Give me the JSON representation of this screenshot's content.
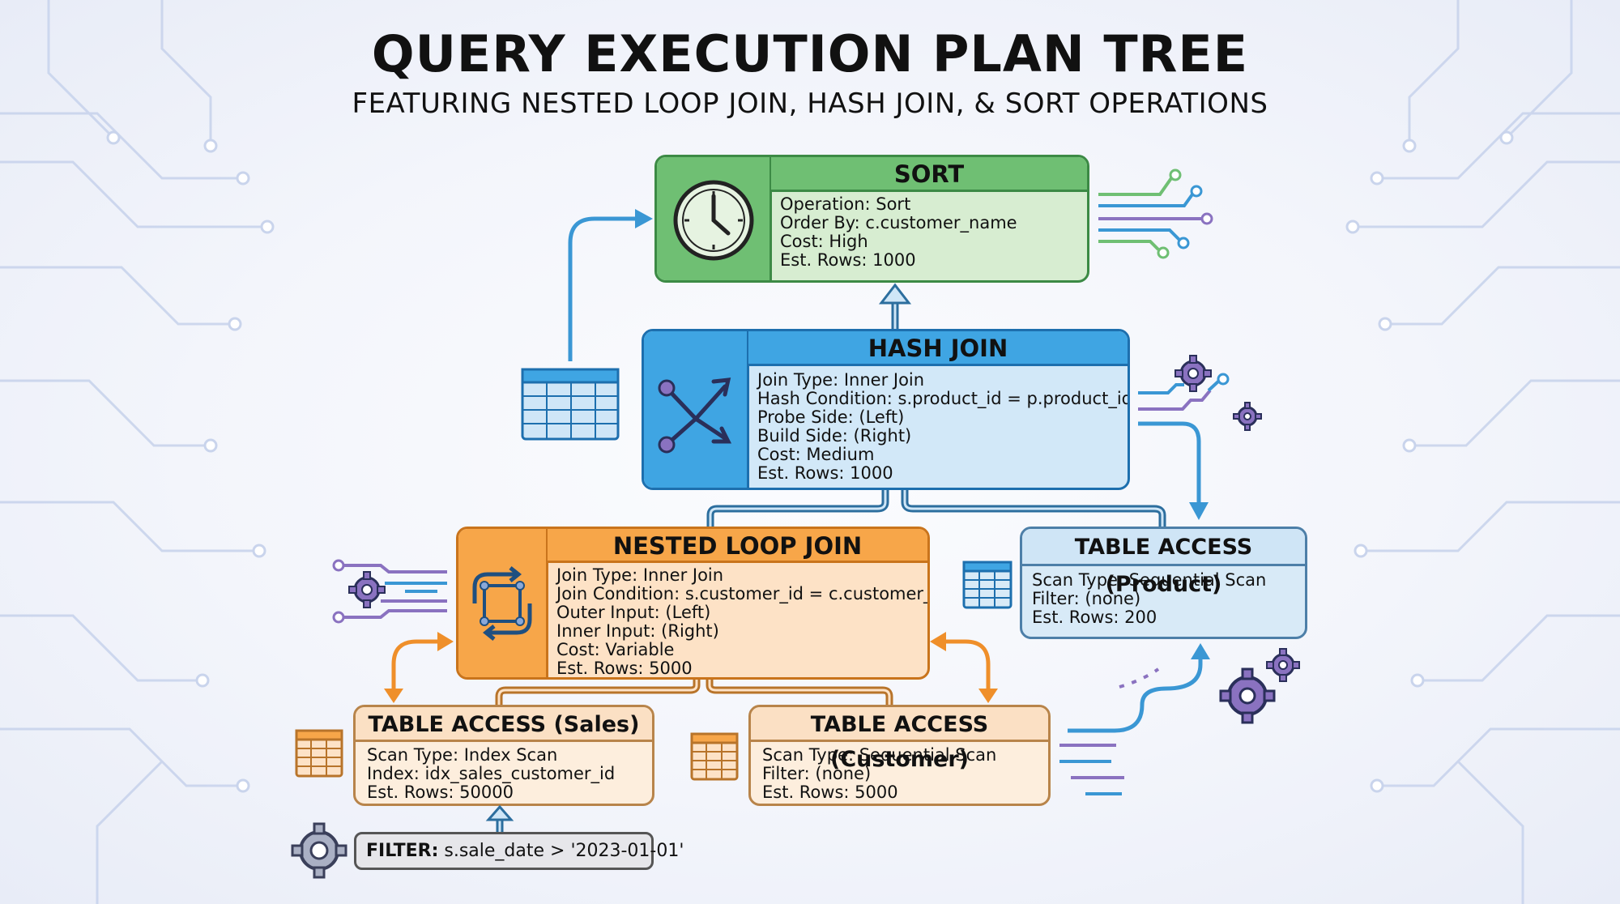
{
  "title": "QUERY EXECUTION PLAN TREE",
  "subtitle": "FEATURING NESTED LOOP JOIN, HASH JOIN, & SORT OPERATIONS",
  "nodes": {
    "sort": {
      "header": "SORT",
      "lines": [
        "Operation: Sort",
        "Order By: c.customer_name",
        "Cost: High",
        "Est. Rows: 1000"
      ]
    },
    "hash_join": {
      "header": "HASH JOIN",
      "lines": [
        "Join Type: Inner Join",
        "Hash Condition: s.product_id = p.product_id",
        "Probe Side: (Left)",
        "Build Side: (Right)",
        "Cost: Medium",
        "Est. Rows: 1000"
      ]
    },
    "nested_loop_join": {
      "header": "NESTED LOOP JOIN",
      "lines": [
        "Join Type: Inner Join",
        "Join Condition: s.customer_id = c.customer_id",
        "Outer Input: (Left)",
        "Inner Input: (Right)",
        "Cost: Variable",
        "Est. Rows: 5000"
      ]
    },
    "table_product": {
      "header": "TABLE ACCESS (Product)",
      "lines": [
        "Scan Type: Sequential Scan",
        "Filter: (none)",
        "Est. Rows: 200"
      ]
    },
    "table_sales": {
      "header": "TABLE ACCESS (Sales)",
      "lines": [
        "Scan Type: Index Scan",
        "Index: idx_sales_customer_id",
        "Est. Rows: 50000"
      ]
    },
    "table_customer": {
      "header": "TABLE ACCESS (Customer)",
      "lines": [
        "Scan Type: Sequential Scan",
        "Filter: (none)",
        "Est. Rows: 5000"
      ]
    }
  },
  "filter": {
    "label": "FILTER:",
    "condition": "s.sale_date > '2023-01-01'"
  },
  "icons": {
    "sort": "clock-icon",
    "hash_join": "split-arrows-icon",
    "nested_loop_join": "loop-icon",
    "tables": "table-grid-icon",
    "gears": "gear-icon"
  },
  "colors": {
    "sort": "#6fbf73",
    "hash_join": "#3fa5e3",
    "nested_loop_join": "#f7a649",
    "table_product": "#d8eaf7",
    "table_access": "#fbe0c4",
    "filter": "#e6e6ea",
    "arrow_blue": "#3a97d4",
    "arrow_orange": "#ef8f2a",
    "circuit_purple": "#8a72c0"
  }
}
